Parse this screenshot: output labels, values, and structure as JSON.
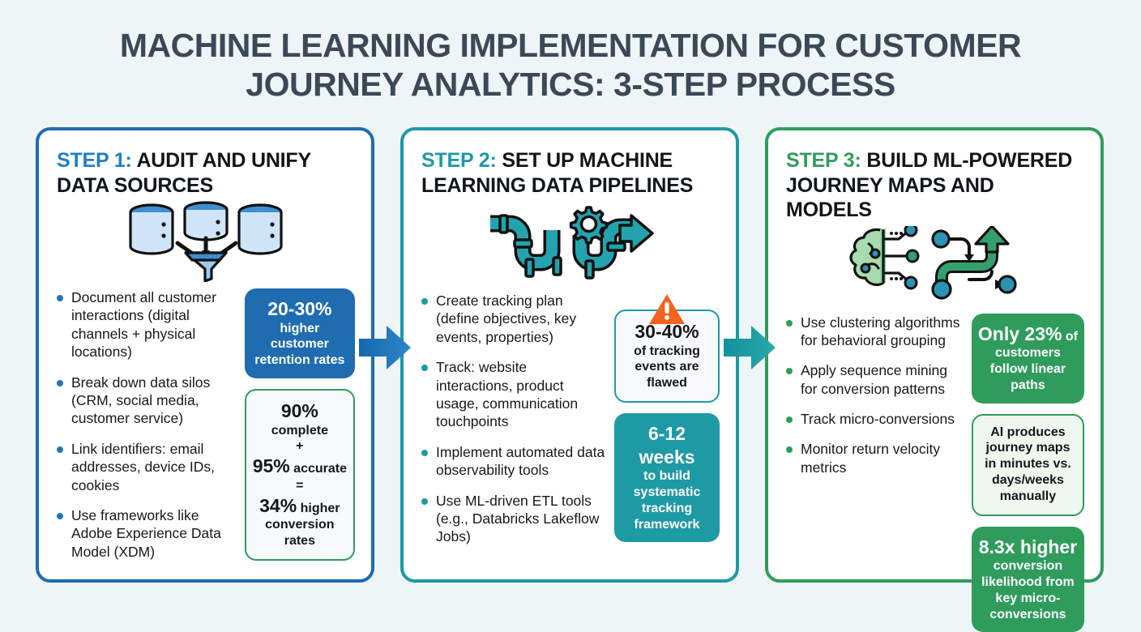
{
  "title": {
    "line1": "MACHINE LEARNING IMPLEMENTATION FOR CUSTOMER",
    "line2": "JOURNEY ANALYTICS: 3-STEP PROCESS"
  },
  "colors": {
    "background": "#eef5f7",
    "title_text": "#3b4957",
    "step1": "#1f6cb0",
    "step1_label": "#1f7fc4",
    "step2": "#1d9aa4",
    "step3": "#2f9c5c",
    "warning": "#f4621f",
    "arrow1": "#1f6cb0",
    "arrow2": "#1d9aa4"
  },
  "steps": [
    {
      "label": "STEP 1:",
      "heading": "AUDIT AND UNIFY DATA SOURCES",
      "icon": "databases-funnel-icon",
      "bullets": [
        "Document all customer interactions (digital channels + physical locations)",
        "Break down data silos (CRM, social media, customer service)",
        "Link identifiers: email addresses, device IDs, cookies",
        "Use frameworks like Adobe Experience Data Model (XDM)"
      ],
      "stats": [
        {
          "style": "filled-blue",
          "big": "20-30%",
          "rest": "higher customer retention rates"
        },
        {
          "style": "outline-blue",
          "lines": [
            {
              "big": "90%",
              "small": "complete"
            },
            {
              "big": "",
              "small": "+"
            },
            {
              "big": "95%",
              "small": " accurate",
              "inline": true
            },
            {
              "big": "",
              "small": "="
            },
            {
              "big": "34%",
              "small": " higher",
              "inline": true
            },
            {
              "big": "",
              "small": "conversion rates"
            }
          ]
        }
      ]
    },
    {
      "label": "STEP 2:",
      "heading": "SET UP MACHINE LEARNING DATA PIPELINES",
      "icon": "pipeline-gear-icon",
      "bullets": [
        "Create tracking plan (define objectives, key events, properties)",
        "Track: website interactions, product usage, communication touchpoints",
        "Implement automated data observability tools",
        "Use ML-driven ETL tools (e.g., Databricks Lakeflow Jobs)"
      ],
      "stats": [
        {
          "style": "outline-teal",
          "badge": "warning-triangle-icon",
          "big": "30-40%",
          "rest": "of tracking events are flawed"
        },
        {
          "style": "filled-teal",
          "big": "6-12 weeks",
          "rest": "to build systematic tracking framework"
        }
      ]
    },
    {
      "label": "STEP 3:",
      "heading": "BUILD ML-POWERED JOURNEY MAPS AND MODELS",
      "icon": "brain-journey-icon",
      "bullets": [
        "Use clustering algorithms for behavioral grouping",
        "Apply sequence mining for conversion patterns",
        "Track micro-conversions",
        "Monitor return velocity metrics"
      ],
      "stats": [
        {
          "style": "filled-green",
          "big_inline_prefix": "Only 23%",
          "big_inline_suffix": " of",
          "rest": "customers follow linear paths"
        },
        {
          "style": "outline-green",
          "rest": "AI produces journey maps in minutes vs. days/weeks manually"
        },
        {
          "style": "filled-green",
          "big": "8.3x higher",
          "rest": "conversion likelihood from key micro-conversions"
        }
      ]
    }
  ],
  "connectors": [
    {
      "name": "arrow-step1-to-step2",
      "color": "#1f6cb0"
    },
    {
      "name": "arrow-step2-to-step3",
      "color": "#1d9aa4"
    }
  ]
}
